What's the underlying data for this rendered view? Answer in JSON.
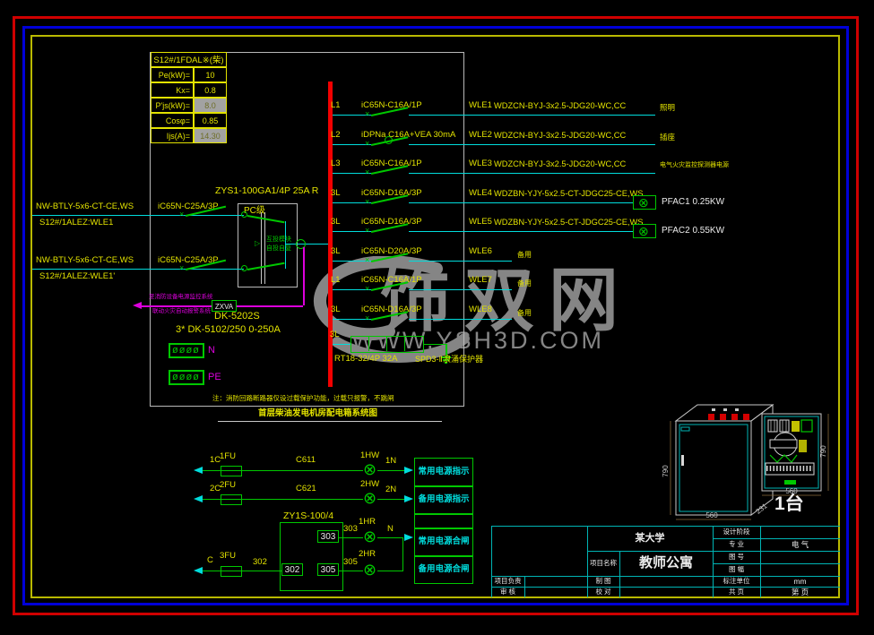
{
  "watermark": {
    "brand": "饰双网",
    "url": "WWW.YSH3D.COM"
  },
  "load_table": {
    "title": "S12#/1FDAL※(柴)",
    "rows": [
      {
        "label": "Pe(kW)=",
        "value": "10",
        "hl": false
      },
      {
        "label": "Kx=",
        "value": "0.8",
        "hl": false
      },
      {
        "label": "P'js(kW)=",
        "value": "8.0",
        "hl": true
      },
      {
        "label": "Cosφ=",
        "value": "0.85",
        "hl": false
      },
      {
        "label": "Ijs(A)=",
        "value": "14.30",
        "hl": true
      }
    ]
  },
  "incoming": [
    {
      "cable": "NW-BTLY-5x6-CT-CE,WS",
      "source": "S12#/1ALEZ:WLE1",
      "breaker": "iC65N-C25A/3P"
    },
    {
      "cable": "NW-BTLY-5x6-CT-CE,WS",
      "source": "S12#/1ALEZ:WLE1'",
      "breaker": "iC65N-C25A/3P"
    }
  ],
  "ats": {
    "model": "ZYS1-100GA1/4P 25A R",
    "grade": "PC级",
    "module_line1": "互投模块",
    "module_line2": "自投自复"
  },
  "monitor": {
    "tag": "ZXVA",
    "line1": "至消防设备电源监控系统",
    "line2": "联动火灾自动报警系统",
    "meter1": "DK-5202S",
    "meter2": "3* DK-5102/250 0-250A"
  },
  "busbars": {
    "n_symbols": "øøøø",
    "n": "N",
    "pe_symbols": "øøøø",
    "pe": "PE"
  },
  "note": "注：消防回路断路器仅设过载保护功能，过载只报警，不跳闸",
  "diagram_title": "首层柴油发电机房配电箱系统图",
  "circuits": [
    {
      "phase": "L1",
      "breaker": "iC65N-C16A/1P",
      "wle": "WLE1",
      "cable": "WDZCN-BYJ-3x2.5-JDG20-WC,CC",
      "dest": "照明",
      "type": "plain"
    },
    {
      "phase": "L2",
      "breaker": "iDPNa C16A+VEA 30mA",
      "wle": "WLE2",
      "cable": "WDZCN-BYJ-3x2.5-JDG20-WC,CC",
      "dest": "插座",
      "type": "rcd"
    },
    {
      "phase": "L3",
      "breaker": "iC65N-C16A/1P",
      "wle": "WLE3",
      "cable": "WDZCN-BYJ-3x2.5-JDG20-WC,CC",
      "dest": "电气火灾监控探测器电源",
      "type": "plain"
    },
    {
      "phase": "3L",
      "breaker": "iC65N-D16A/3P",
      "wle": "WLE4",
      "cable": "WDZBN-YJY-5x2.5-CT-JDGC25-CE,WS",
      "dest": "PFAC1  0.25KW",
      "type": "fan"
    },
    {
      "phase": "3L",
      "breaker": "iC65N-D16A/3P",
      "wle": "WLE5",
      "cable": "WDZBN-YJY-5x2.5-CT-JDGC25-CE,WS",
      "dest": "PFAC2  0.55KW",
      "type": "fan"
    },
    {
      "phase": "3L",
      "breaker": "iC65N-D20A/3P",
      "wle": "WLE6",
      "cable": "",
      "dest": "备用",
      "type": "spare"
    },
    {
      "phase": "L1",
      "breaker": "iC65N-C16A/1P",
      "wle": "WLE7",
      "cable": "",
      "dest": "备用",
      "type": "spare"
    },
    {
      "phase": "3L",
      "breaker": "iC65N-D16A/3P",
      "wle": "WLE8",
      "cable": "",
      "dest": "备用",
      "type": "spare"
    }
  ],
  "spd": {
    "phase": "3L",
    "fuse": "RT18-32/4P 32A",
    "label": "SPD3-Ⅱ浪涌保护器"
  },
  "control": {
    "box_label": "ZY1S-100/4",
    "rows": [
      {
        "src": "1C",
        "fuse": "1FU",
        "circuit": "C611",
        "lamp": "1HW",
        "out": "1N"
      },
      {
        "src": "2C",
        "fuse": "2FU",
        "circuit": "C621",
        "lamp": "2HW",
        "out": "2N"
      }
    ],
    "terminals": {
      "t303": "303",
      "t302": "302",
      "t305": "305"
    },
    "wire303": "303",
    "wire302": "302",
    "wire305": "305",
    "lamp_hr1": "1HR",
    "lamp_hr2": "2HR",
    "neutral": "N",
    "src_c": "C",
    "fuse3": "3FU",
    "legend": [
      "常用电源指示",
      "备用电源指示",
      "",
      "常用电源合闸",
      "备用电源合闸"
    ]
  },
  "cabinet": {
    "side_h": "790",
    "side_w": "560",
    "side_d": "231",
    "front_w": "560",
    "front_h": "790",
    "count": "1台"
  },
  "titleblock": {
    "org": "某大学",
    "project_label": "项目名称",
    "project": "教师公寓",
    "right_rows": [
      {
        "label": "设计阶段",
        "value": ""
      },
      {
        "label": "专  业",
        "value": "电  气"
      },
      {
        "label": "图  号",
        "value": ""
      },
      {
        "label": "图  幅",
        "value": ""
      },
      {
        "label": "标注单位",
        "value": "mm"
      },
      {
        "label": "共    页",
        "value": "第    页"
      }
    ],
    "bottom_rows": [
      {
        "l1": "项目负责",
        "l2": "制  图"
      },
      {
        "l1": "审  核",
        "l2": "校  对"
      }
    ]
  }
}
